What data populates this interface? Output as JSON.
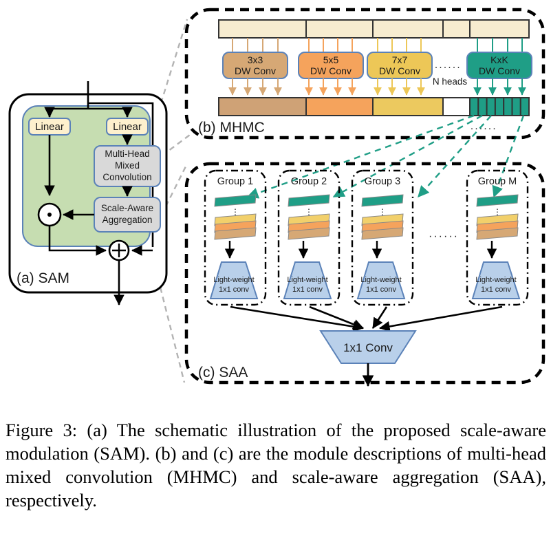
{
  "figure": {
    "caption": "Figure 3: (a) The schematic illustration of the proposed scale-aware modulation (SAM). (b) and (c) are the module descriptions of multi-head mixed convolution (MHMC) and scale-aware aggregation (SAA), respectively."
  },
  "panels": {
    "a": {
      "label": "(a) SAM"
    },
    "b": {
      "label": "(b) MHMC"
    },
    "c": {
      "label": "(c) SAA"
    }
  },
  "sam": {
    "linear_left": "Linear",
    "linear_right": "Linear",
    "mhmc_block": "Multi-Head\nMixed\nConvolution",
    "mhmc_block_lines": [
      "Multi-Head",
      "Mixed",
      "Convolution"
    ],
    "saa_block_lines": [
      "Scale-Aware",
      "Aggregation"
    ],
    "multiply_symbol": "·",
    "add_symbol": "+"
  },
  "mhmc": {
    "heads": [
      {
        "kernel": "3x3",
        "type": "DW Conv",
        "color": "#d6a875"
      },
      {
        "kernel": "5x5",
        "type": "DW Conv",
        "color": "#f5a35c"
      },
      {
        "kernel": "7x7",
        "type": "DW Conv",
        "color": "#edc757"
      },
      {
        "kernel": "KxK",
        "type": "DW Conv",
        "color": "#1f9e86"
      }
    ],
    "ellipsis": "······",
    "heads_label": "N heads",
    "input_bar_color": "#f7ecd0",
    "output_segments": [
      "#cfa276",
      "#f5a35c",
      "#ecc95f",
      "#ffffff",
      "#1f9e86"
    ],
    "teal_cells": 7,
    "bottom_ellipsis": "······"
  },
  "saa": {
    "groups": [
      {
        "title": "Group 1",
        "conv": [
          "Light-weight",
          "1x1 conv"
        ]
      },
      {
        "title": "Group 2",
        "conv": [
          "Light-weight",
          "1x1 conv"
        ]
      },
      {
        "title": "Group 3",
        "conv": [
          "Light-weight",
          "1x1 conv"
        ]
      },
      {
        "title": "Group M",
        "conv": [
          "Light-weight",
          "1x1 conv"
        ]
      }
    ],
    "group_ellipsis": "······",
    "final_conv": "1x1 Conv",
    "map_colors": {
      "top": "#1f9e86",
      "l1": "#f2d06b",
      "l2": "#f5a35c",
      "l3": "#d6a875"
    },
    "vertical_dots": "⋮"
  },
  "colors": {
    "green_bg": "#c6ddb1",
    "gray_block": "#d9d9d9",
    "cream_box": "#fdf0cd",
    "blue_shape": "#b9d0ea",
    "blue_border": "#5b82b8",
    "teal": "#1f9e86",
    "dash_gray": "#b3b3b3",
    "panel_label": "#2456a8"
  }
}
